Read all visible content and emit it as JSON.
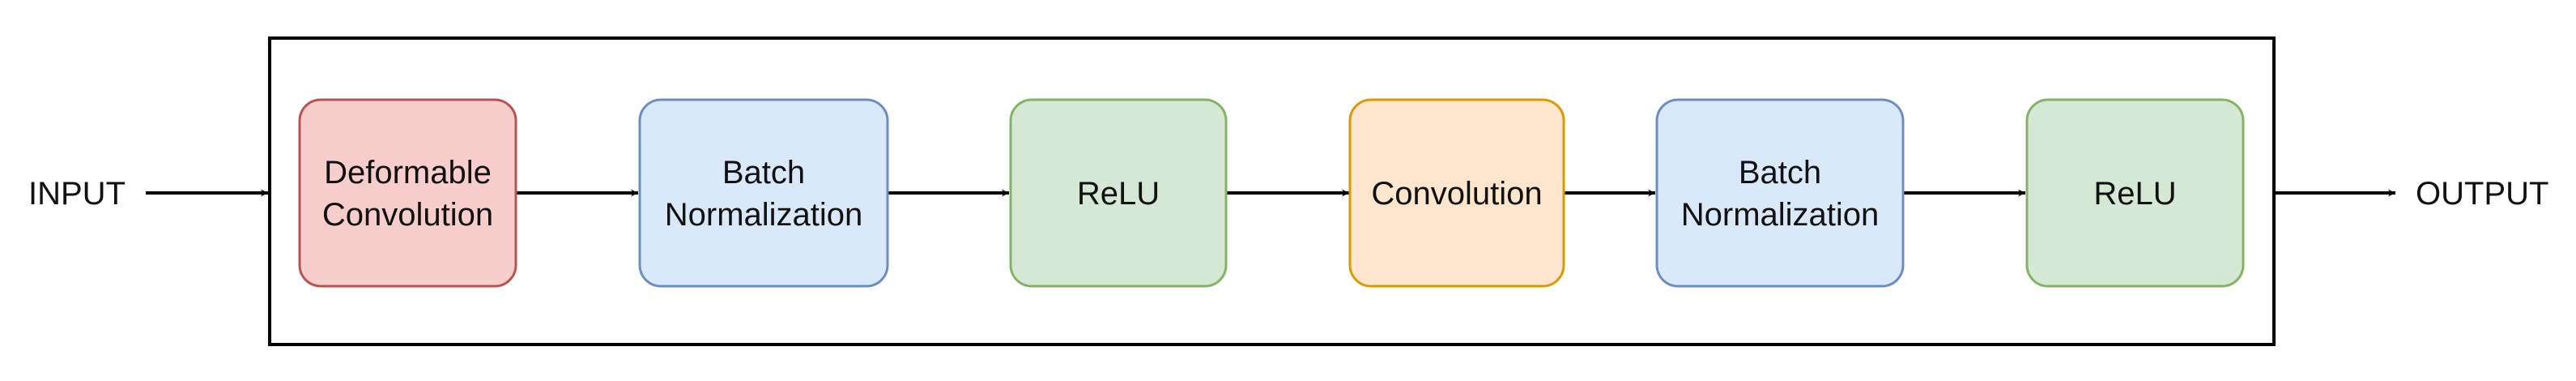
{
  "input_label": "INPUT",
  "output_label": "OUTPUT",
  "blocks": [
    {
      "name": "block-deformable-convolution",
      "lines": [
        "Deformable",
        "Convolution"
      ],
      "fill": "#F8CECC",
      "stroke": "#B85450"
    },
    {
      "name": "block-batch-normalization-1",
      "lines": [
        "Batch",
        "Normalization"
      ],
      "fill": "#DAE8FC",
      "stroke": "#6C8EBF"
    },
    {
      "name": "block-relu-1",
      "lines": [
        "ReLU"
      ],
      "fill": "#D5E8D4",
      "stroke": "#82B366"
    },
    {
      "name": "block-convolution",
      "lines": [
        "Convolution"
      ],
      "fill": "#FFE6CC",
      "stroke": "#D79B00"
    },
    {
      "name": "block-batch-normalization-2",
      "lines": [
        "Batch",
        "Normalization"
      ],
      "fill": "#DAE8FC",
      "stroke": "#6C8EBF"
    },
    {
      "name": "block-relu-2",
      "lines": [
        "ReLU"
      ],
      "fill": "#D5E8D4",
      "stroke": "#82B366"
    }
  ]
}
